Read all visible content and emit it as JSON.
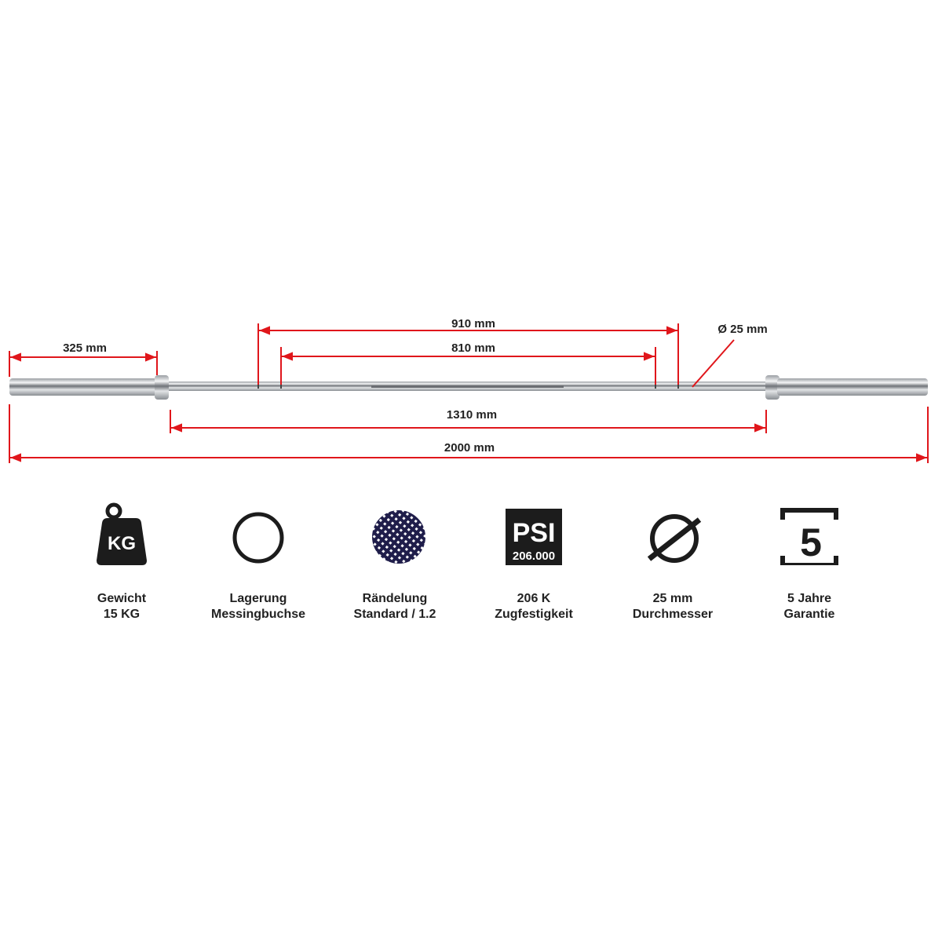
{
  "colors": {
    "dimension": "#e0161b",
    "icon": "#1c1c1c",
    "knurl": "#1f1d4a"
  },
  "dimensions": {
    "sleeve": "325 mm",
    "outer_knurl": "910 mm",
    "inner_knurl": "810 mm",
    "shaft": "1310 mm",
    "total": "2000 mm",
    "diameter": "Ø 25 mm"
  },
  "features": [
    {
      "icon": "weight-kg-icon",
      "icon_text": "KG",
      "line1": "Gewicht",
      "line2": "15 KG"
    },
    {
      "icon": "ring-icon",
      "line1": "Lagerung",
      "line2": "Messingbuchse"
    },
    {
      "icon": "knurling-icon",
      "line1": "Rändelung",
      "line2": "Standard / 1.2"
    },
    {
      "icon": "psi-icon",
      "icon_text": "PSI",
      "icon_subtext": "206.000",
      "line1": "206 K",
      "line2": "Zugfestigkeit"
    },
    {
      "icon": "diameter-icon",
      "line1": "25 mm",
      "line2": "Durchmesser"
    },
    {
      "icon": "warranty-5-icon",
      "icon_text": "5",
      "line1": "5 Jahre",
      "line2": "Garantie"
    }
  ]
}
